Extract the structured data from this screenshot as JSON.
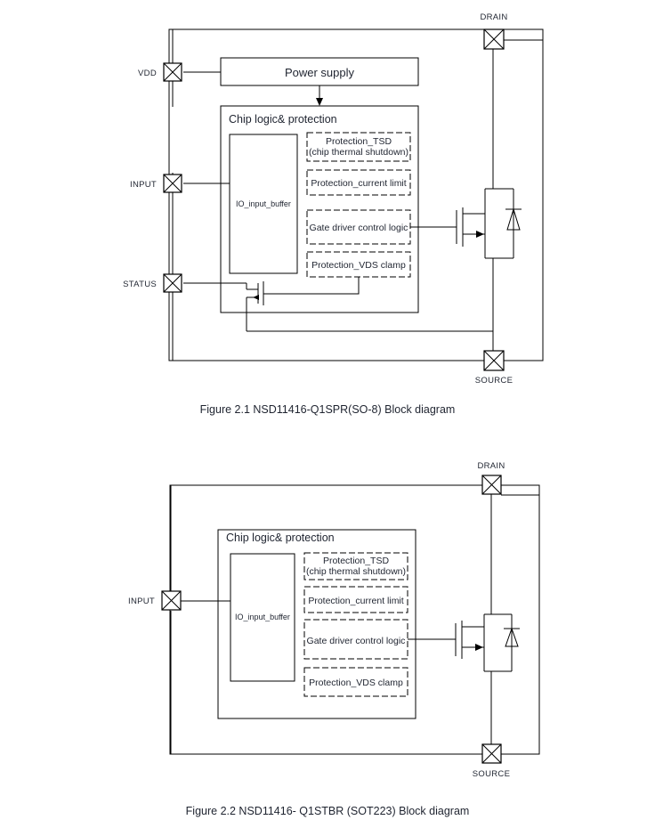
{
  "document": {
    "title": "NSD11416-Q1 Block Diagrams",
    "background_color": "#ffffff",
    "line_color": "#000000",
    "text_color": "#1f2430"
  },
  "figures": [
    {
      "id": "figure-2-1",
      "caption": "Figure 2.1 NSD11416-Q1SPR(SO-8) Block diagram",
      "package": "SO-8",
      "part_number": "NSD11416-Q1SPR",
      "pins": [
        {
          "name": "VDD",
          "label": "VDD",
          "side": "left",
          "symbol": "crossed-box"
        },
        {
          "name": "INPUT",
          "label": "INPUT",
          "side": "left",
          "symbol": "crossed-box"
        },
        {
          "name": "STATUS",
          "label": "STATUS",
          "side": "left",
          "symbol": "crossed-box"
        },
        {
          "name": "DRAIN",
          "label": "DRAIN",
          "side": "top",
          "symbol": "crossed-box"
        },
        {
          "name": "SOURCE",
          "label": "SOURCE",
          "side": "bottom",
          "symbol": "crossed-box"
        }
      ],
      "blocks": [
        {
          "name": "power-supply",
          "label": "Power supply",
          "border": "solid"
        },
        {
          "name": "chip-logic",
          "label": "Chip logic& protection",
          "border": "solid"
        },
        {
          "name": "io-input-buffer",
          "label": "IO_input_buffer",
          "border": "solid"
        },
        {
          "name": "protection-tsd",
          "label_line1": "Protection_TSD",
          "label_line2": "(chip thermal shutdown)",
          "border": "dashed"
        },
        {
          "name": "protection-current-limit",
          "label": "Protection_current limit",
          "border": "dashed"
        },
        {
          "name": "gate-driver",
          "label": "Gate driver control logic",
          "border": "dashed"
        },
        {
          "name": "protection-vds-clamp",
          "label": "Protection_VDS clamp",
          "border": "dashed"
        }
      ],
      "devices": [
        {
          "name": "power-mosfet",
          "type": "n-channel-mosfet-with-body-diode"
        },
        {
          "name": "status-mosfet",
          "type": "n-channel-mosfet-open-drain"
        }
      ]
    },
    {
      "id": "figure-2-2",
      "caption": "Figure 2.2 NSD11416- Q1STBR (SOT223) Block diagram",
      "package": "SOT223",
      "part_number": "NSD11416-Q1STBR",
      "pins": [
        {
          "name": "INPUT",
          "label": "INPUT",
          "side": "left",
          "symbol": "crossed-box"
        },
        {
          "name": "DRAIN",
          "label": "DRAIN",
          "side": "top",
          "symbol": "crossed-box"
        },
        {
          "name": "SOURCE",
          "label": "SOURCE",
          "side": "bottom",
          "symbol": "crossed-box"
        }
      ],
      "blocks": [
        {
          "name": "chip-logic",
          "label": "Chip logic& protection",
          "border": "solid"
        },
        {
          "name": "io-input-buffer",
          "label": "IO_input_buffer",
          "border": "solid"
        },
        {
          "name": "protection-tsd",
          "label_line1": "Protection_TSD",
          "label_line2": "(chip thermal shutdown)",
          "border": "dashed"
        },
        {
          "name": "protection-current-limit",
          "label": "Protection_current limit",
          "border": "dashed"
        },
        {
          "name": "gate-driver",
          "label": "Gate driver control logic",
          "border": "dashed"
        },
        {
          "name": "protection-vds-clamp",
          "label": "Protection_VDS clamp",
          "border": "dashed"
        }
      ],
      "devices": [
        {
          "name": "power-mosfet",
          "type": "n-channel-mosfet-with-body-diode"
        }
      ]
    }
  ]
}
